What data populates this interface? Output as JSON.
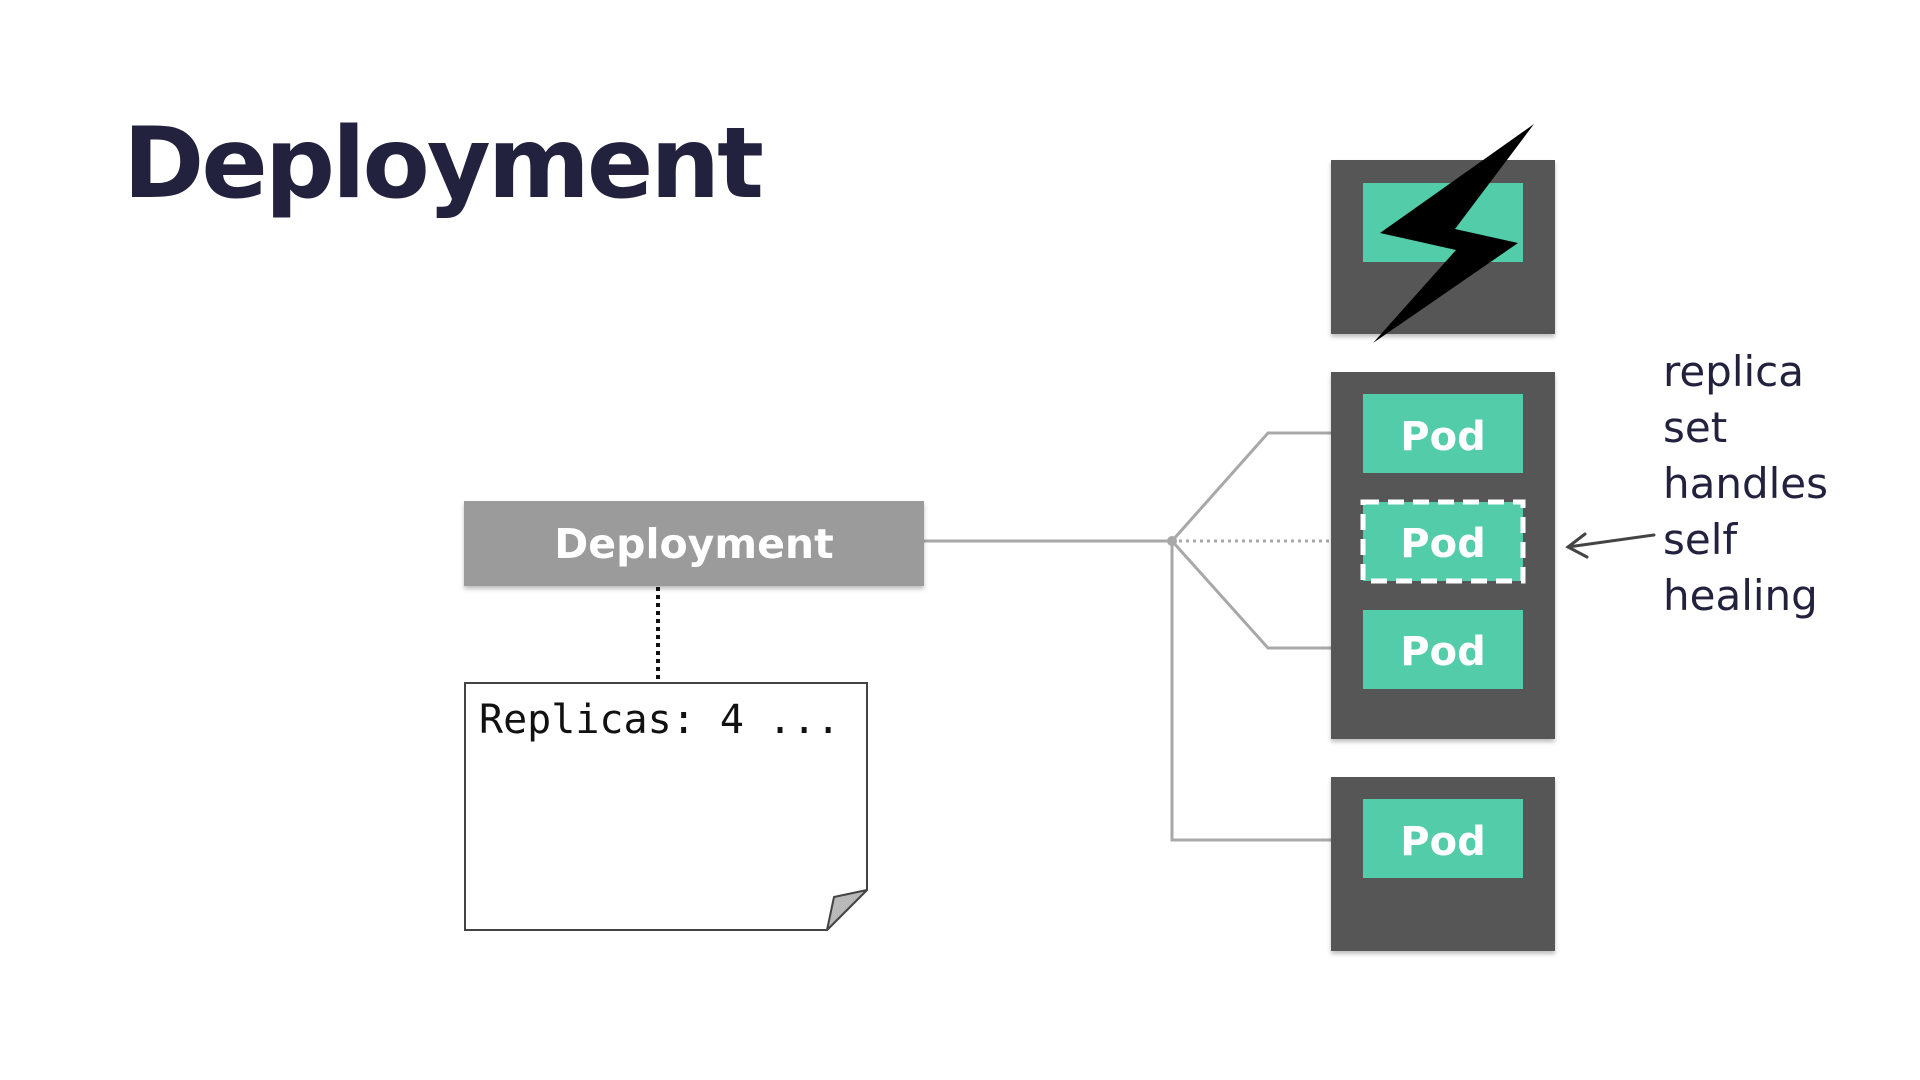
{
  "title": "Deployment",
  "deployment_node": {
    "label": "Deployment"
  },
  "spec_note": {
    "text": "Replicas: 4 ..."
  },
  "pods": [
    {
      "label": "Pod",
      "state": "running"
    },
    {
      "label": "Pod",
      "state": "recreated"
    },
    {
      "label": "Pod",
      "state": "running"
    },
    {
      "label": "Pod",
      "state": "running"
    }
  ],
  "annotation": {
    "lines": [
      "replica",
      "set",
      "handles",
      "self",
      "healing"
    ]
  },
  "colors": {
    "title": "#22223f",
    "pod": "#52cca9",
    "node": "#565656",
    "deployment_box": "#9b9b9b",
    "connector": "#a8a8a8",
    "failure_bolt": "#000000"
  },
  "icons": {
    "failure": "lightning-bolt-icon",
    "pointer": "arrow-left-icon"
  }
}
